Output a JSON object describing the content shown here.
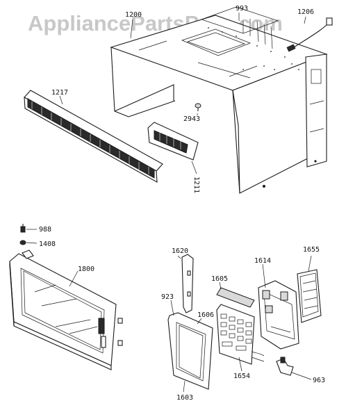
{
  "watermark": "AppliancePartsPros.com",
  "labels": {
    "p1200": "1200",
    "p993": "993",
    "p1206": "1206",
    "p1217": "1217",
    "p2943": "2943",
    "p1211": "1211",
    "p988": "988",
    "p1408": "1408",
    "p1800": "1800",
    "p1620": "1620",
    "p1614": "1614",
    "p1655": "1655",
    "p1605": "1605",
    "p923": "923",
    "p1606": "1606",
    "p1603": "1603",
    "p1654": "1654",
    "p963": "963"
  }
}
